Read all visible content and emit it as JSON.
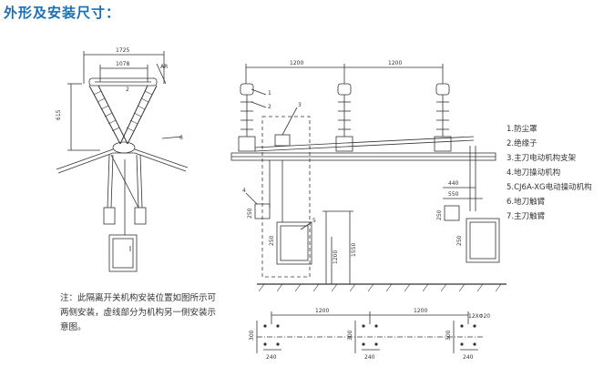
{
  "title": "外形及安装尺寸：",
  "legend": [
    "1.防尘罩",
    "2.绝缘子",
    "3.主刀电动机构支架",
    "4.地刀操动机构",
    "5.CJ6A-XG电动操动机构",
    "6.地刀触臂",
    "7.主刀触臂"
  ],
  "note": "注：此隔离开关机构安装位置如图所示可两侧安装，虚线部分为机构另一侧安装示意图。",
  "left_view": {
    "dim_top": "1725",
    "dim_inner": "1078",
    "dim_side": "AR",
    "dim_height": "615",
    "label_2": "2",
    "label_6": "6"
  },
  "front_view": {
    "dim_span_1": "1200",
    "dim_span_2": "1200",
    "dim_440": "440",
    "dim_550": "550",
    "dim_1200v": "1200",
    "dim_1550v": "1550",
    "dim_250a": "250",
    "dim_250b": "250",
    "dim_250c": "250",
    "dim_250d": "250",
    "labels": [
      "1",
      "2",
      "3",
      "4",
      "5"
    ]
  },
  "base_plan": {
    "dim_span_1": "1200",
    "dim_span_2": "1200",
    "dim_hole": "12XΦ20",
    "dim_300a": "300",
    "dim_300b": "300",
    "dim_300c": "300",
    "dim_240a": "240",
    "dim_240b": "240",
    "dim_240c": "240"
  }
}
